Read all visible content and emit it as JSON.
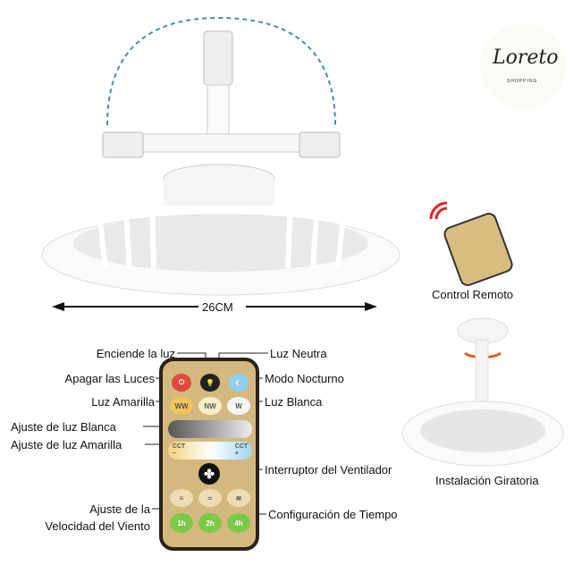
{
  "logo": {
    "text": "Loreto",
    "subtext": "SHOPPING"
  },
  "dimension": "26CM",
  "captions": {
    "remote": "Control Remoto",
    "install": "Instalación Giratoria"
  },
  "labels": {
    "turn_on": "Enciende la luz",
    "neutral": "Luz Neutra",
    "turn_off": "Apagar las Luces",
    "night": "Modo Nocturno",
    "yellow": "Luz Amarilla",
    "white": "Luz Blanca",
    "adj_white": "Ajuste de luz Blanca",
    "adj_yellow": "Ajuste de luz Amarilla",
    "fan_switch": "Interruptor del Ventilador",
    "speed_1": "Ajuste de la",
    "speed_2": "Velocidad del Viento",
    "timer": "Configuración de Tiempo"
  },
  "remote_buttons": {
    "ww": "WW",
    "nw": "NW",
    "w": "W",
    "cct_minus": "CCT\n−",
    "cct_plus": "CCT\n+",
    "t1": "1h",
    "t2": "2h",
    "t3": "4h"
  },
  "colors": {
    "remote_body": "#d3b97f",
    "power": "#e04a3c",
    "timer": "#7cc94a"
  }
}
